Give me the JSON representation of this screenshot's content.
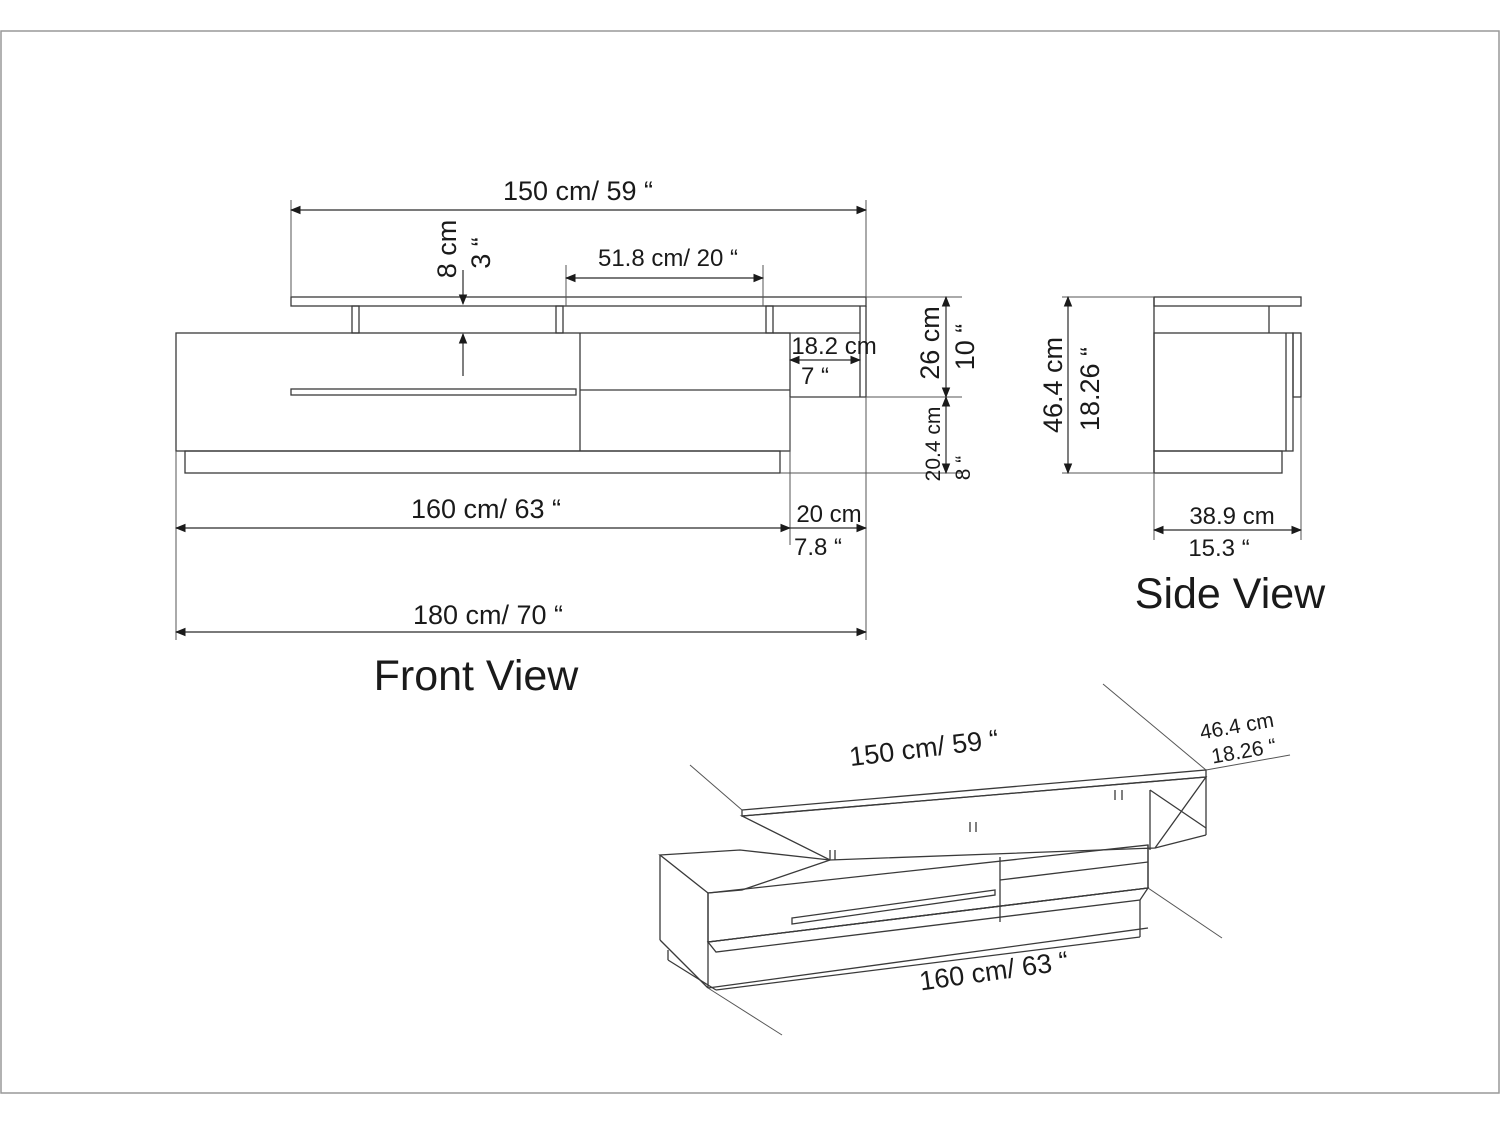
{
  "front_view": {
    "title": "Front View",
    "dim_top_width": "150 cm/ 59 “",
    "dim_top_height_cm": "8 cm",
    "dim_top_height_in": "3 “",
    "dim_middle_width": "51.8 cm/ 20 “",
    "dim_offset_cm": "18.2 cm",
    "dim_offset_in": "7 “",
    "dim_upper_height_cm": "26 cm",
    "dim_upper_height_in": "10 “",
    "dim_lower_height_cm": "20.4 cm",
    "dim_lower_height_in": "8 “",
    "dim_body_width": "160 cm/ 63 “",
    "dim_overhang_cm": "20 cm",
    "dim_overhang_in": "7.8 “",
    "dim_total_width": "180 cm/ 70 “"
  },
  "side_view": {
    "title": "Side View",
    "dim_height_cm": "46.4 cm",
    "dim_height_in": "18.26 “",
    "dim_depth_cm": "38.9 cm",
    "dim_depth_in": "15.3 “"
  },
  "perspective_view": {
    "dim_top_width": "150 cm/ 59 “",
    "dim_height_cm": "46.4 cm",
    "dim_height_in": "18.26 “",
    "dim_body_width": "160 cm/ 63 “"
  }
}
